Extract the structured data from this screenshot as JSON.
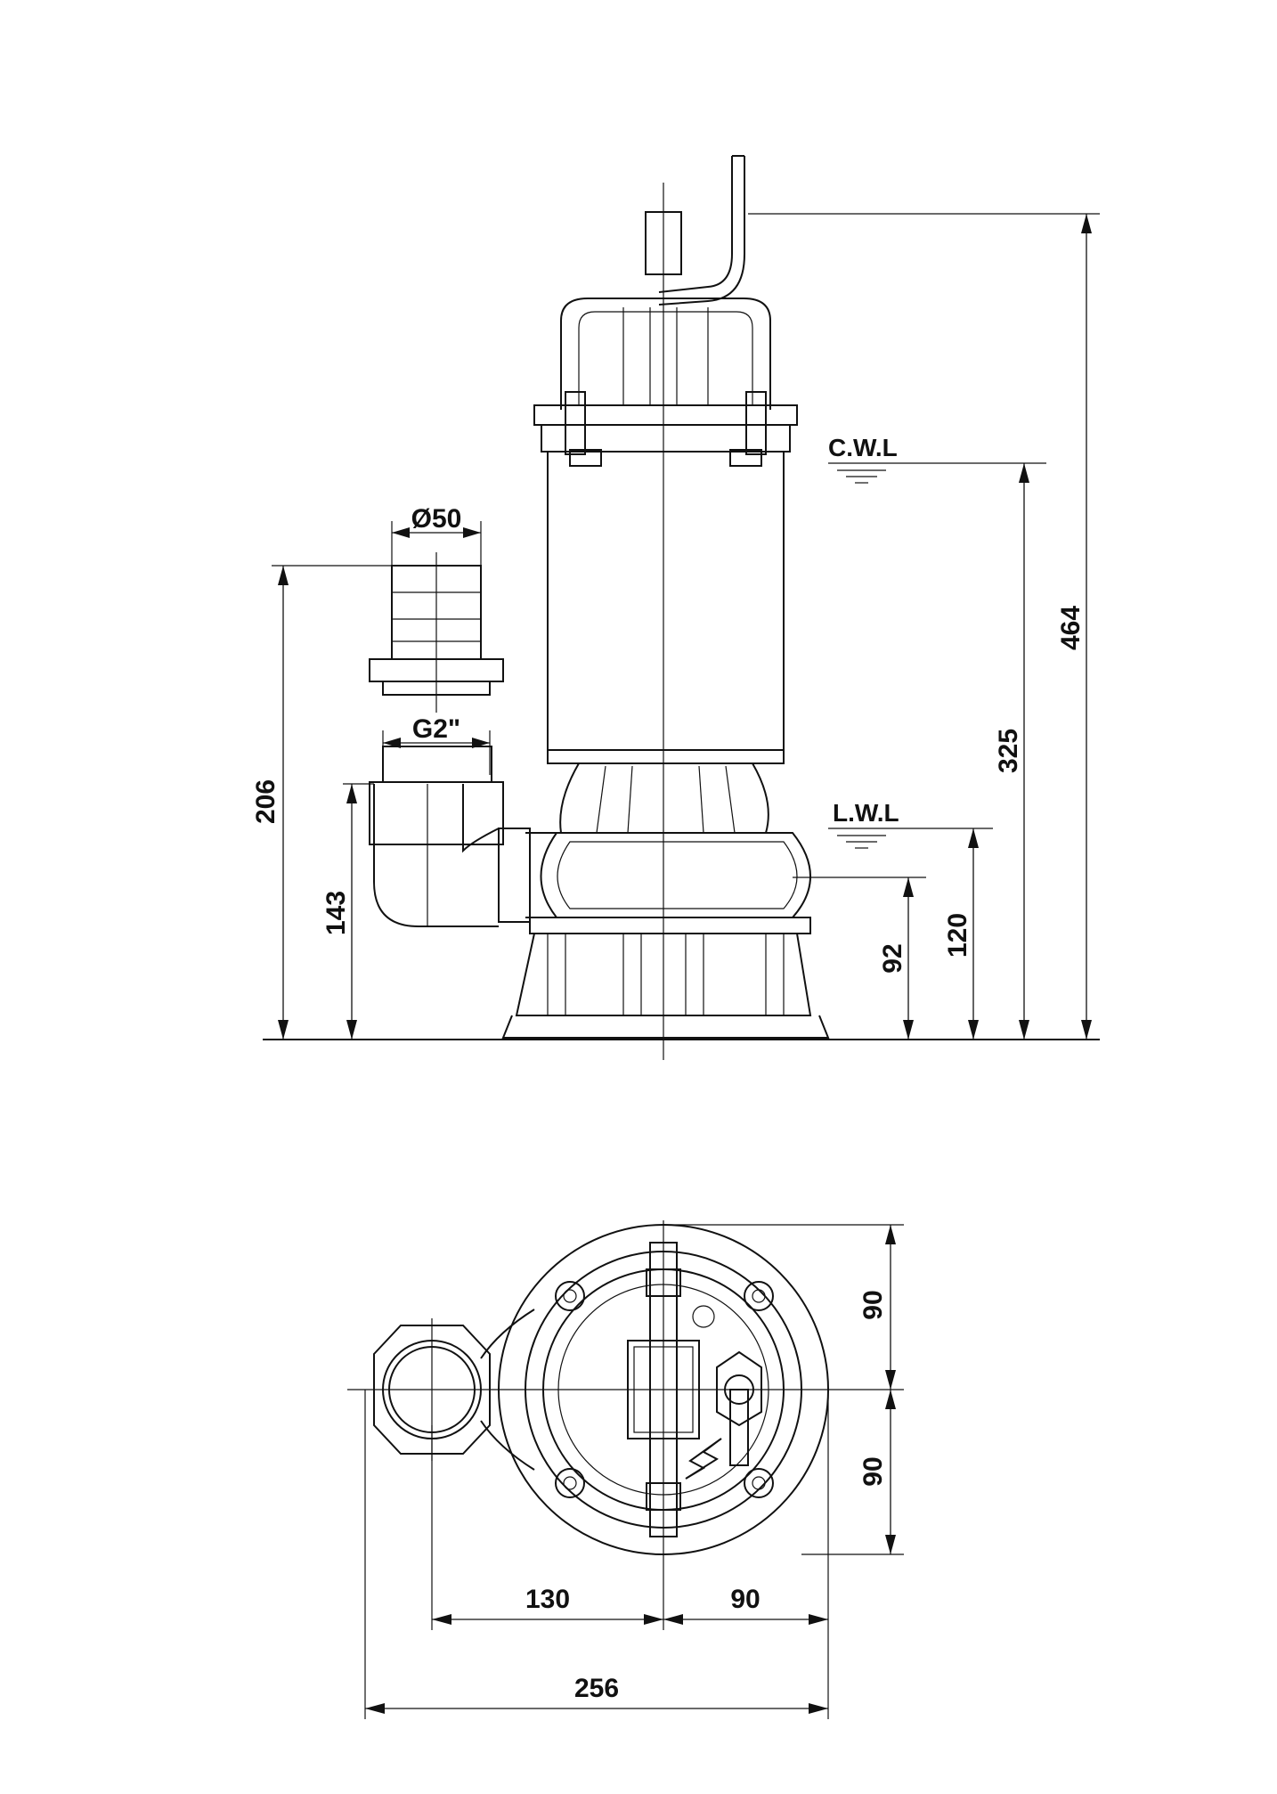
{
  "side_view": {
    "labels": {
      "cwl": "C.W.L",
      "lwl": "L.W.L",
      "outlet_diameter": "Ø50",
      "outlet_thread": "G2\""
    },
    "dimensions": {
      "total_height": "464",
      "cwl_height": "325",
      "lwl_height": "120",
      "inlet_height": "92",
      "outlet_height": "206",
      "elbow_height": "143"
    }
  },
  "top_view": {
    "dimensions": {
      "upper_half": "90",
      "lower_half": "90",
      "outlet_offset": "130",
      "right_half": "90",
      "total_width": "256"
    }
  }
}
